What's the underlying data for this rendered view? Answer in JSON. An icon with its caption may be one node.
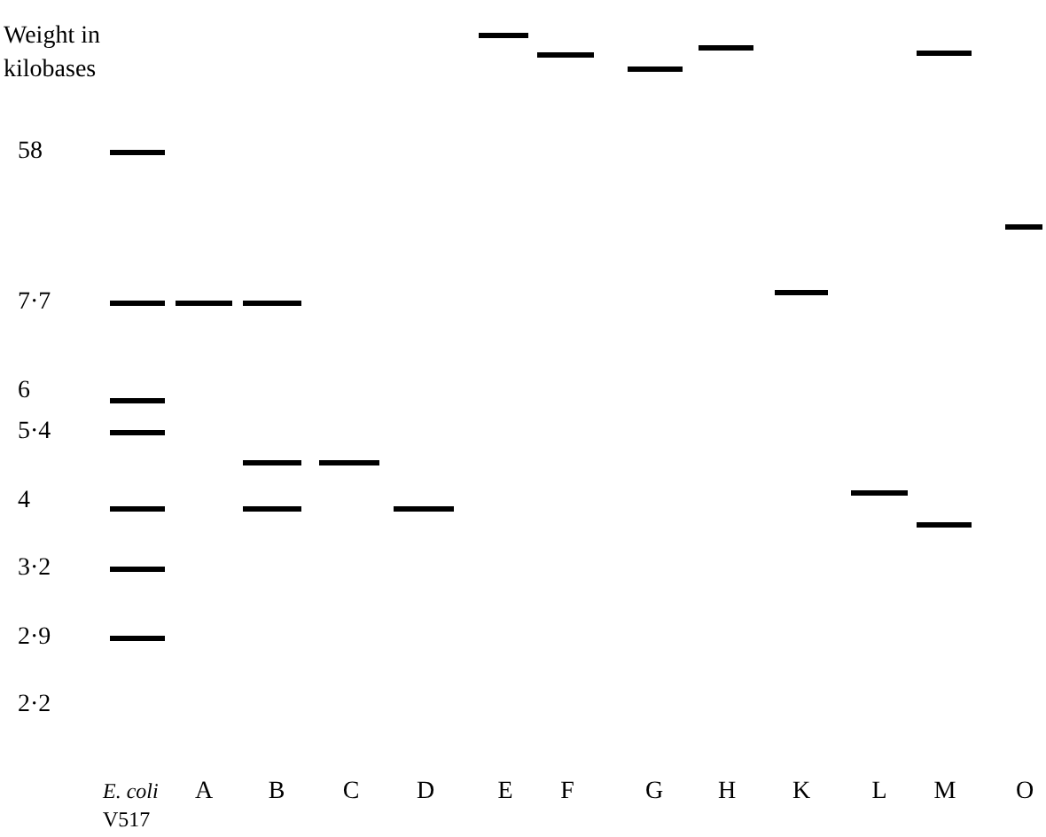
{
  "diagram": {
    "labels": [
      "Weight in kilobases",
      "58",
      "7·7",
      "6",
      "5·4",
      "4",
      "3·2",
      "2·9",
      "2·2",
      "*E. coli* V517",
      "A",
      "B",
      "C",
      "D",
      "E",
      "F",
      "G",
      "H",
      "K",
      "L",
      "M",
      "O"
    ]
  }
}
